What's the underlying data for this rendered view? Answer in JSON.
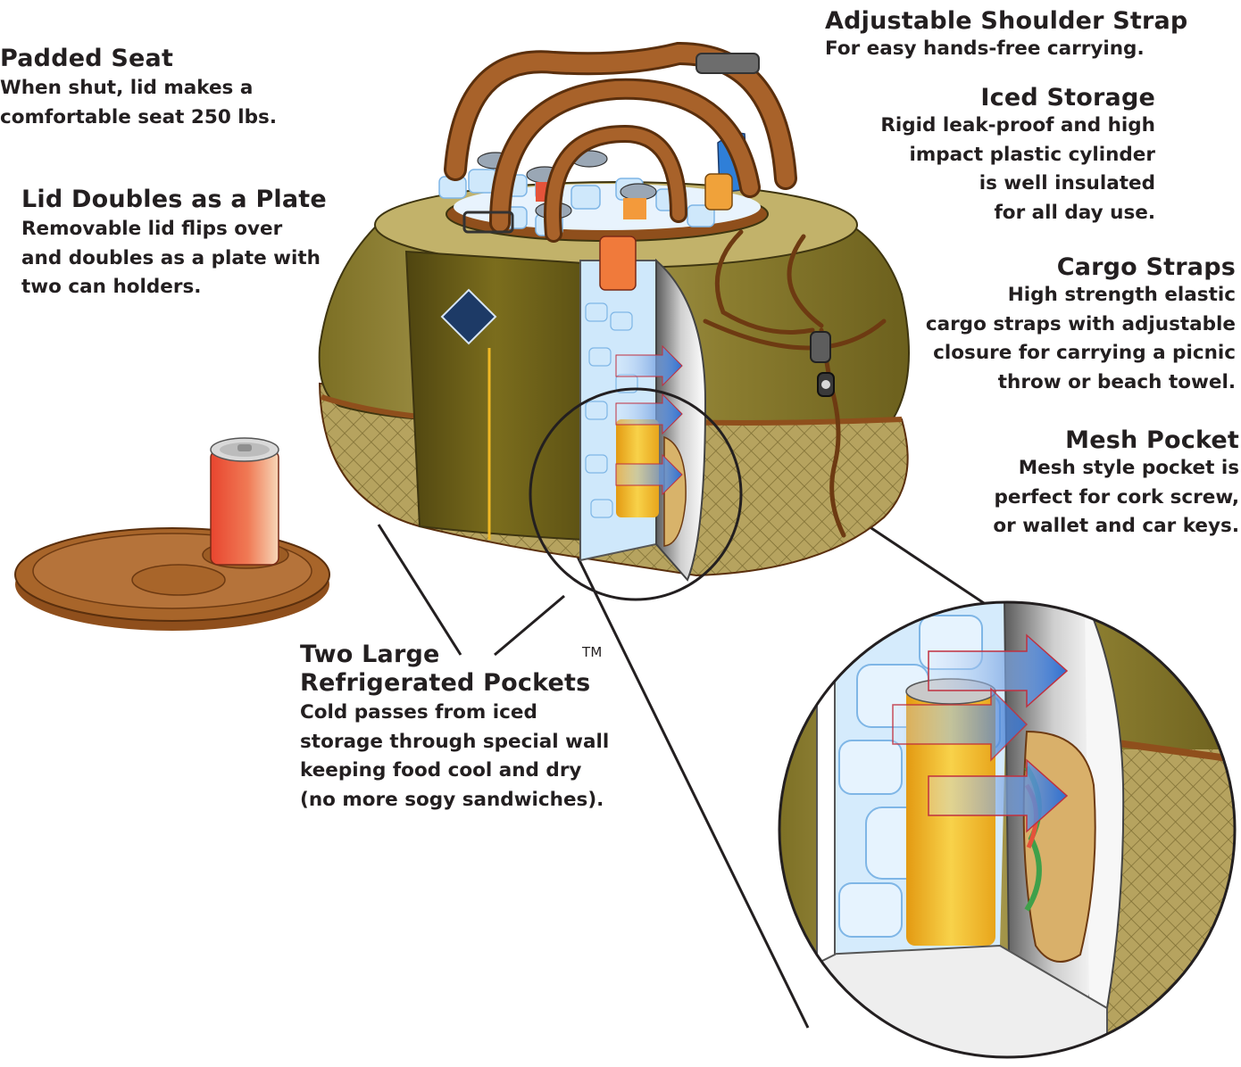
{
  "callouts": {
    "padded_seat": {
      "title": "Padded Seat",
      "lines": [
        "When shut, lid makes a",
        "comfortable seat 250 lbs."
      ]
    },
    "lid_plate": {
      "title": "Lid Doubles as a Plate",
      "lines": [
        "Removable lid flips over",
        "and doubles as a plate with",
        "two can holders."
      ]
    },
    "shoulder_strap": {
      "title": "Adjustable Shoulder Strap",
      "lines": [
        "For easy hands-free carrying."
      ]
    },
    "iced_storage": {
      "title": "Iced Storage",
      "lines": [
        "Rigid leak-proof and high",
        "impact plastic cylinder",
        "is well insulated",
        "for all day use."
      ]
    },
    "cargo_straps": {
      "title": "Cargo Straps",
      "lines": [
        "High strength elastic",
        "cargo straps with adjustable",
        "closure for carrying a picnic",
        "throw or beach towel."
      ]
    },
    "mesh_pocket": {
      "title": "Mesh Pocket",
      "lines": [
        "Mesh style pocket is",
        "perfect for cork screw,",
        "or wallet and car keys."
      ]
    },
    "refrigerated_pockets": {
      "title_line1": "Two Large",
      "title_line2": "Refrigerated Pockets",
      "trademark": "TM",
      "lines": [
        "Cold passes from iced",
        "storage through special wall",
        "keeping food cool and dry",
        "(no more sogy sandwiches)."
      ]
    }
  },
  "illustration": {
    "parts": [
      "cooler-bag",
      "carry-handles",
      "shoulder-strap",
      "ice-cylinder",
      "cargo-straps",
      "mesh-pocket",
      "refrigerated-pocket",
      "lid-plate",
      "soda-can",
      "sandwich",
      "zoom-magnifier"
    ],
    "colors": {
      "khaki": "#8a7d2e",
      "khaki_light": "#b6a659",
      "olive_panel": "#6b5e16",
      "leather": "#9a5a22",
      "ice": "#cfe8fb",
      "ice_edge": "#7fb6e6",
      "can_red": "#e5533a",
      "can_orange": "#f39a3b",
      "can_yellow": "#f5c230",
      "arrow_blue": "#3f7fd0"
    }
  }
}
